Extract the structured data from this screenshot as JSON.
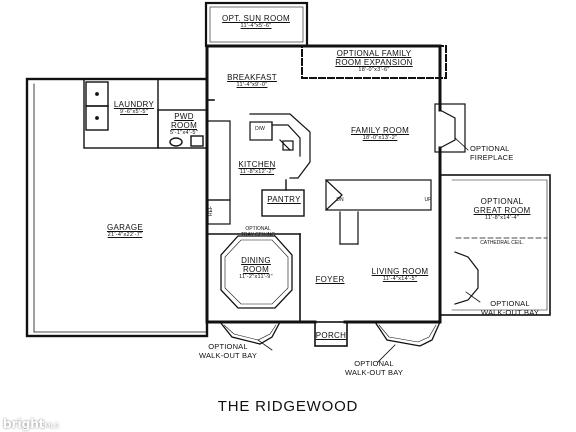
{
  "title": "THE RIDGEWOOD",
  "watermark": {
    "brand": "bright",
    "suffix": "MLS"
  },
  "rooms": {
    "sunroom": {
      "name": "OPT. SUN ROOM",
      "dims": "11'-4\"x5'-6\""
    },
    "family_expansion": {
      "name1": "OPTIONAL FAMILY",
      "name2": "ROOM EXPANSION",
      "dims": "18'-0\"x3'-6\""
    },
    "breakfast": {
      "name": "BREAKFAST",
      "dims": "11'-4\"x9'-0\""
    },
    "laundry": {
      "name": "LAUNDRY",
      "dims": "9'-6\"x5'-5\""
    },
    "pwd": {
      "name1": "PWD",
      "name2": "ROOM",
      "dims": "5'-1\"x4'-5\""
    },
    "family": {
      "name": "FAMILY ROOM",
      "dims": "18'-0\"x13'-2\""
    },
    "kitchen": {
      "name": "KITCHEN",
      "dims": "11'-8\"x12'-2\""
    },
    "pantry": {
      "name": "PANTRY"
    },
    "garage": {
      "name": "GARAGE",
      "dims": "21'-4\"x22'-7\""
    },
    "great": {
      "name1": "OPTIONAL",
      "name2": "GREAT ROOM",
      "dims": "11'-8\"x14'-4\"",
      "note": "CATHEDRAL CEIL."
    },
    "dining": {
      "name": "DINING",
      "name2": "ROOM",
      "dims": "11'-2\"x11'-9\"",
      "note1": "OPTIONAL",
      "note2": "TRAY CEILING"
    },
    "foyer": {
      "name": "FOYER"
    },
    "living": {
      "name": "LIVING ROOM",
      "dims": "11'-4\"x14'-5\""
    },
    "porch": {
      "name": "PORCH"
    }
  },
  "options": {
    "fireplace": {
      "line1": "OPTIONAL",
      "line2": "FIREPLACE"
    },
    "walkout_right": {
      "line1": "OPTIONAL",
      "line2": "WALK-OUT BAY"
    },
    "walkout_left": {
      "line1": "OPTIONAL",
      "line2": "WALK-OUT BAY"
    },
    "walkout_bottom": {
      "line1": "OPTIONAL",
      "line2": "WALK-OUT BAY"
    }
  },
  "fixtures": {
    "dw": "D/W",
    "ref": "REF",
    "dn": "DN",
    "up": "UP"
  }
}
